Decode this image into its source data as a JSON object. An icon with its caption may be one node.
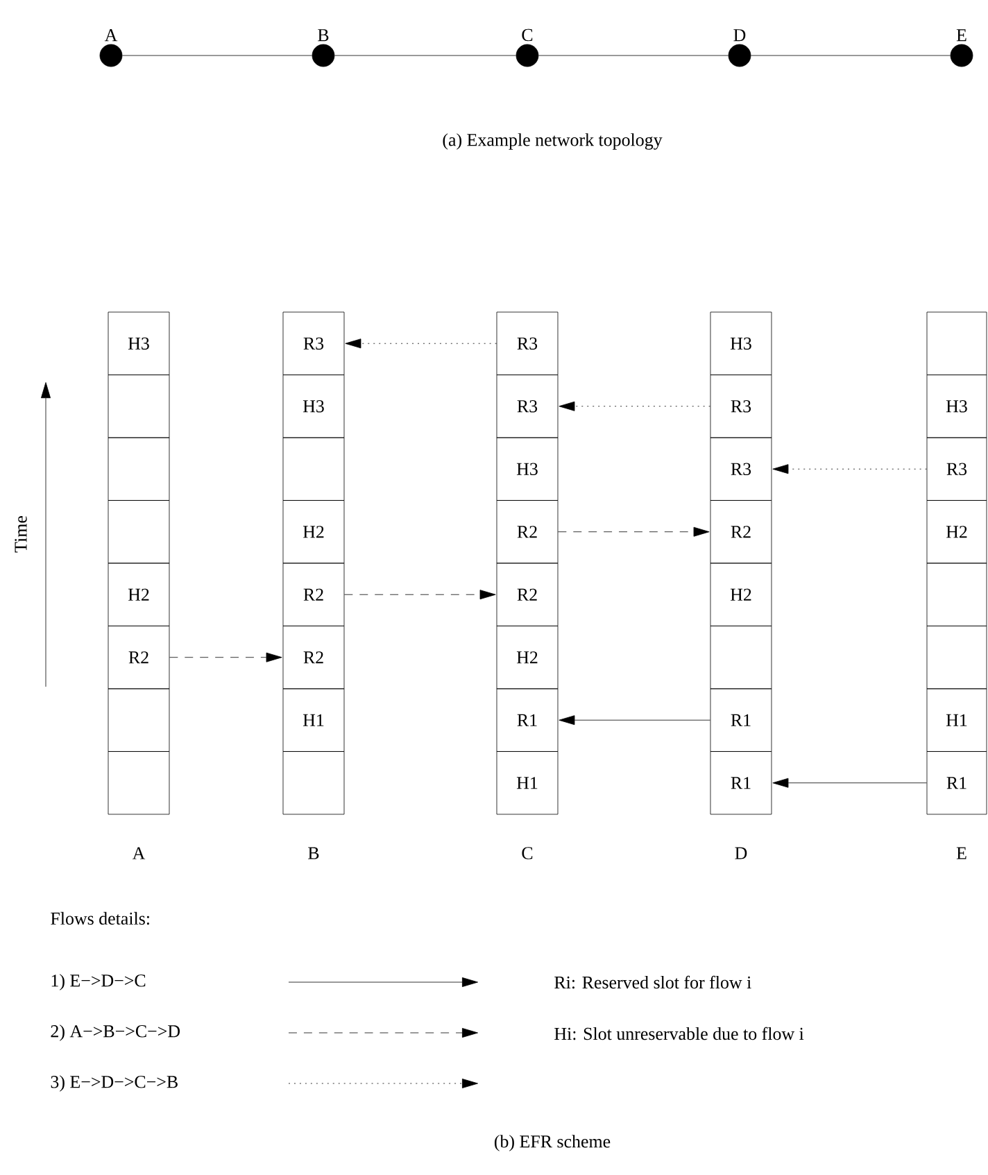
{
  "diagram": {
    "nodes": [
      {
        "text": [
          "A"
        ]
      },
      {
        "text": [
          "B"
        ]
      },
      {
        "text": [
          "C"
        ]
      },
      {
        "text": [
          "D"
        ]
      },
      {
        "text": [
          "E"
        ]
      },
      {
        "text": [
          "H3"
        ]
      },
      {
        "text": [],
        "shape": "box"
      },
      {
        "text": [],
        "shape": "box"
      },
      {
        "text": [],
        "shape": "box"
      },
      {
        "text": [
          "H2"
        ]
      },
      {
        "text": [
          "R2"
        ]
      },
      {
        "text": [],
        "shape": "box"
      },
      {
        "text": [],
        "shape": "box"
      },
      {
        "text": [
          "R3"
        ]
      },
      {
        "text": [
          "H3"
        ]
      },
      {
        "text": [],
        "shape": "box"
      },
      {
        "text": [
          "H2"
        ]
      },
      {
        "text": [
          "R2"
        ]
      },
      {
        "text": [
          "R2"
        ]
      },
      {
        "text": [
          "H1"
        ]
      },
      {
        "text": [],
        "shape": "box"
      },
      {
        "text": [
          "R3"
        ]
      },
      {
        "text": [
          "R3"
        ]
      },
      {
        "text": [
          "H3"
        ]
      },
      {
        "text": [
          "R2"
        ]
      },
      {
        "text": [
          "R2"
        ]
      },
      {
        "text": [
          "H2"
        ]
      },
      {
        "text": [
          "R1"
        ]
      },
      {
        "text": [
          "H1"
        ]
      },
      {
        "text": [
          "H3"
        ]
      },
      {
        "text": [
          "R3"
        ]
      },
      {
        "text": [
          "R3"
        ]
      },
      {
        "text": [
          "R2"
        ]
      },
      {
        "text": [
          "H2"
        ]
      },
      {
        "text": [],
        "shape": "box"
      },
      {
        "text": [
          "R1"
        ]
      },
      {
        "text": [
          "R1"
        ]
      },
      {
        "text": [],
        "shape": "box"
      },
      {
        "text": [
          "H3"
        ]
      },
      {
        "text": [
          "R3"
        ]
      },
      {
        "text": [
          "H2"
        ]
      },
      {
        "text": [],
        "shape": "box"
      },
      {
        "text": [],
        "shape": "box"
      },
      {
        "text": [
          "H1"
        ]
      },
      {
        "text": [
          "R1"
        ]
      }
    ],
    "edges": [
      {
        "from": 0,
        "to": 1,
        "arrow": "none"
      },
      {
        "from": 1,
        "to": 2,
        "arrow": "none"
      },
      {
        "from": 2,
        "to": 3,
        "arrow": "none"
      },
      {
        "from": 3,
        "to": 4,
        "arrow": "none"
      },
      {
        "from": 21,
        "to": 13,
        "arrow": "to",
        "style": "dashed"
      },
      {
        "from": 30,
        "to": 22,
        "arrow": "to",
        "style": "dashed"
      },
      {
        "from": 39,
        "to": 31,
        "arrow": "to",
        "style": "dashed"
      },
      {
        "from": 24,
        "to": 32,
        "arrow": "to",
        "style": "dashed"
      },
      {
        "from": 17,
        "to": 25,
        "arrow": "to",
        "style": "dashed"
      },
      {
        "from": 10,
        "to": 18,
        "arrow": "to",
        "style": "dashed"
      },
      {
        "from": 35,
        "to": 27,
        "arrow": "to"
      },
      {
        "from": 44,
        "to": 36,
        "arrow": "to"
      }
    ],
    "labels": [
      "(a) Example network topology",
      "Time",
      "A",
      "B",
      "C",
      "D",
      "E",
      "Flows details:",
      "Ri: Reserved slot for flow i",
      "Hi: Slot unreservable due to flow i",
      "(b) EFR scheme"
    ],
    "legend": [
      {
        "text": "1) E−>D−>C"
      },
      {
        "text": "2) A−>B−>C−>D"
      },
      {
        "text": "3) E−>D−>C−>B"
      }
    ]
  }
}
